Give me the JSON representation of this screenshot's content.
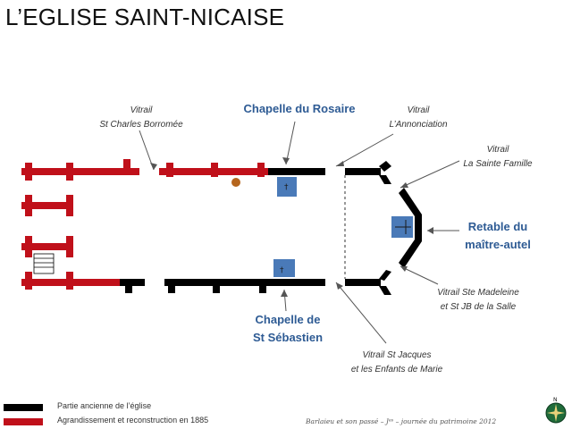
{
  "title": "L’EGLISE SAINT-NICAISE",
  "labels": {
    "vitrail_borromee": [
      "Vitrail",
      "St Charles Borromée"
    ],
    "chapelle_rosaire": "Chapelle du Rosaire",
    "vitrail_annonciation": [
      "Vitrail",
      "L’Annonciation"
    ],
    "vitrail_famille": [
      "Vitrail",
      "La Sainte Famille"
    ],
    "retable": [
      "Retable du",
      "maître-autel"
    ],
    "vitrail_madeleine": [
      "Vitrail Ste Madeleine",
      "et St JB de la Salle"
    ],
    "chapelle_sebastien": [
      "Chapelle de",
      "St Sébastien"
    ],
    "vitrail_jacques": [
      "Vitrail St Jacques",
      "et les Enfants de Marie"
    ]
  },
  "legend": [
    {
      "label": "Partie ancienne de l’église",
      "color": "#000000"
    },
    {
      "label": "Agrandissement et reconstruction en 1885",
      "color": "#c0101a"
    }
  ],
  "credit": "Barlaieu et son passé – Jᵉˢ – journée du patrimoine 2012",
  "colors": {
    "old": "#000000",
    "new": "#c0101a",
    "chapel": "#4a7ab8",
    "marker": "#b5651d",
    "accent": "#2e5b94"
  },
  "icons": {
    "compass": "compass-rose-icon",
    "cross": "cross-icon"
  }
}
